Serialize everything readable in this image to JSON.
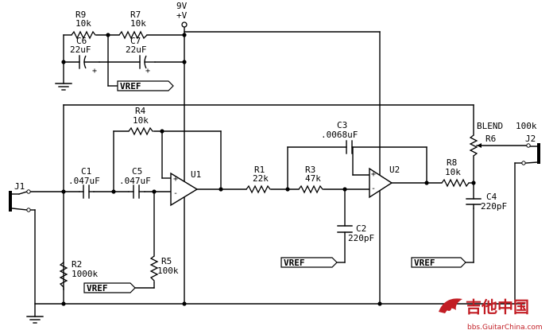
{
  "supply": {
    "voltage": "9V",
    "rail": "+V"
  },
  "components": {
    "R9": {
      "ref": "R9",
      "value": "10k"
    },
    "R7": {
      "ref": "R7",
      "value": "10k"
    },
    "C6": {
      "ref": "C6",
      "value": "22uF"
    },
    "C7": {
      "ref": "C7",
      "value": "22uF"
    },
    "R4": {
      "ref": "R4",
      "value": "10k"
    },
    "C1": {
      "ref": "C1",
      "value": ".047uF"
    },
    "C5": {
      "ref": "C5",
      "value": ".047uF"
    },
    "U1": {
      "ref": "U1"
    },
    "R1": {
      "ref": "R1",
      "value": "22k"
    },
    "R3": {
      "ref": "R3",
      "value": "47k"
    },
    "C3": {
      "ref": "C3",
      "value": ".0068uF"
    },
    "U2": {
      "ref": "U2"
    },
    "C2": {
      "ref": "C2",
      "value": "220pF"
    },
    "R8": {
      "ref": "R8",
      "value": "10k"
    },
    "R6": {
      "ref": "R6",
      "function": "BLEND",
      "value": "100k"
    },
    "C4": {
      "ref": "C4",
      "value": "220pF"
    },
    "R2": {
      "ref": "R2",
      "value": "1000k"
    },
    "R5": {
      "ref": "R5",
      "value": "100k"
    },
    "J1": {
      "ref": "J1"
    },
    "J2": {
      "ref": "J2"
    }
  },
  "net_labels": {
    "vref": "VREF"
  },
  "polarity": {
    "plus": "+",
    "minus": "-"
  },
  "watermark": {
    "brand": "吉他中国",
    "url": "bbs.GuitarChina.com"
  },
  "colors": {
    "ink": "#000000",
    "watermark": "#c21d24"
  }
}
